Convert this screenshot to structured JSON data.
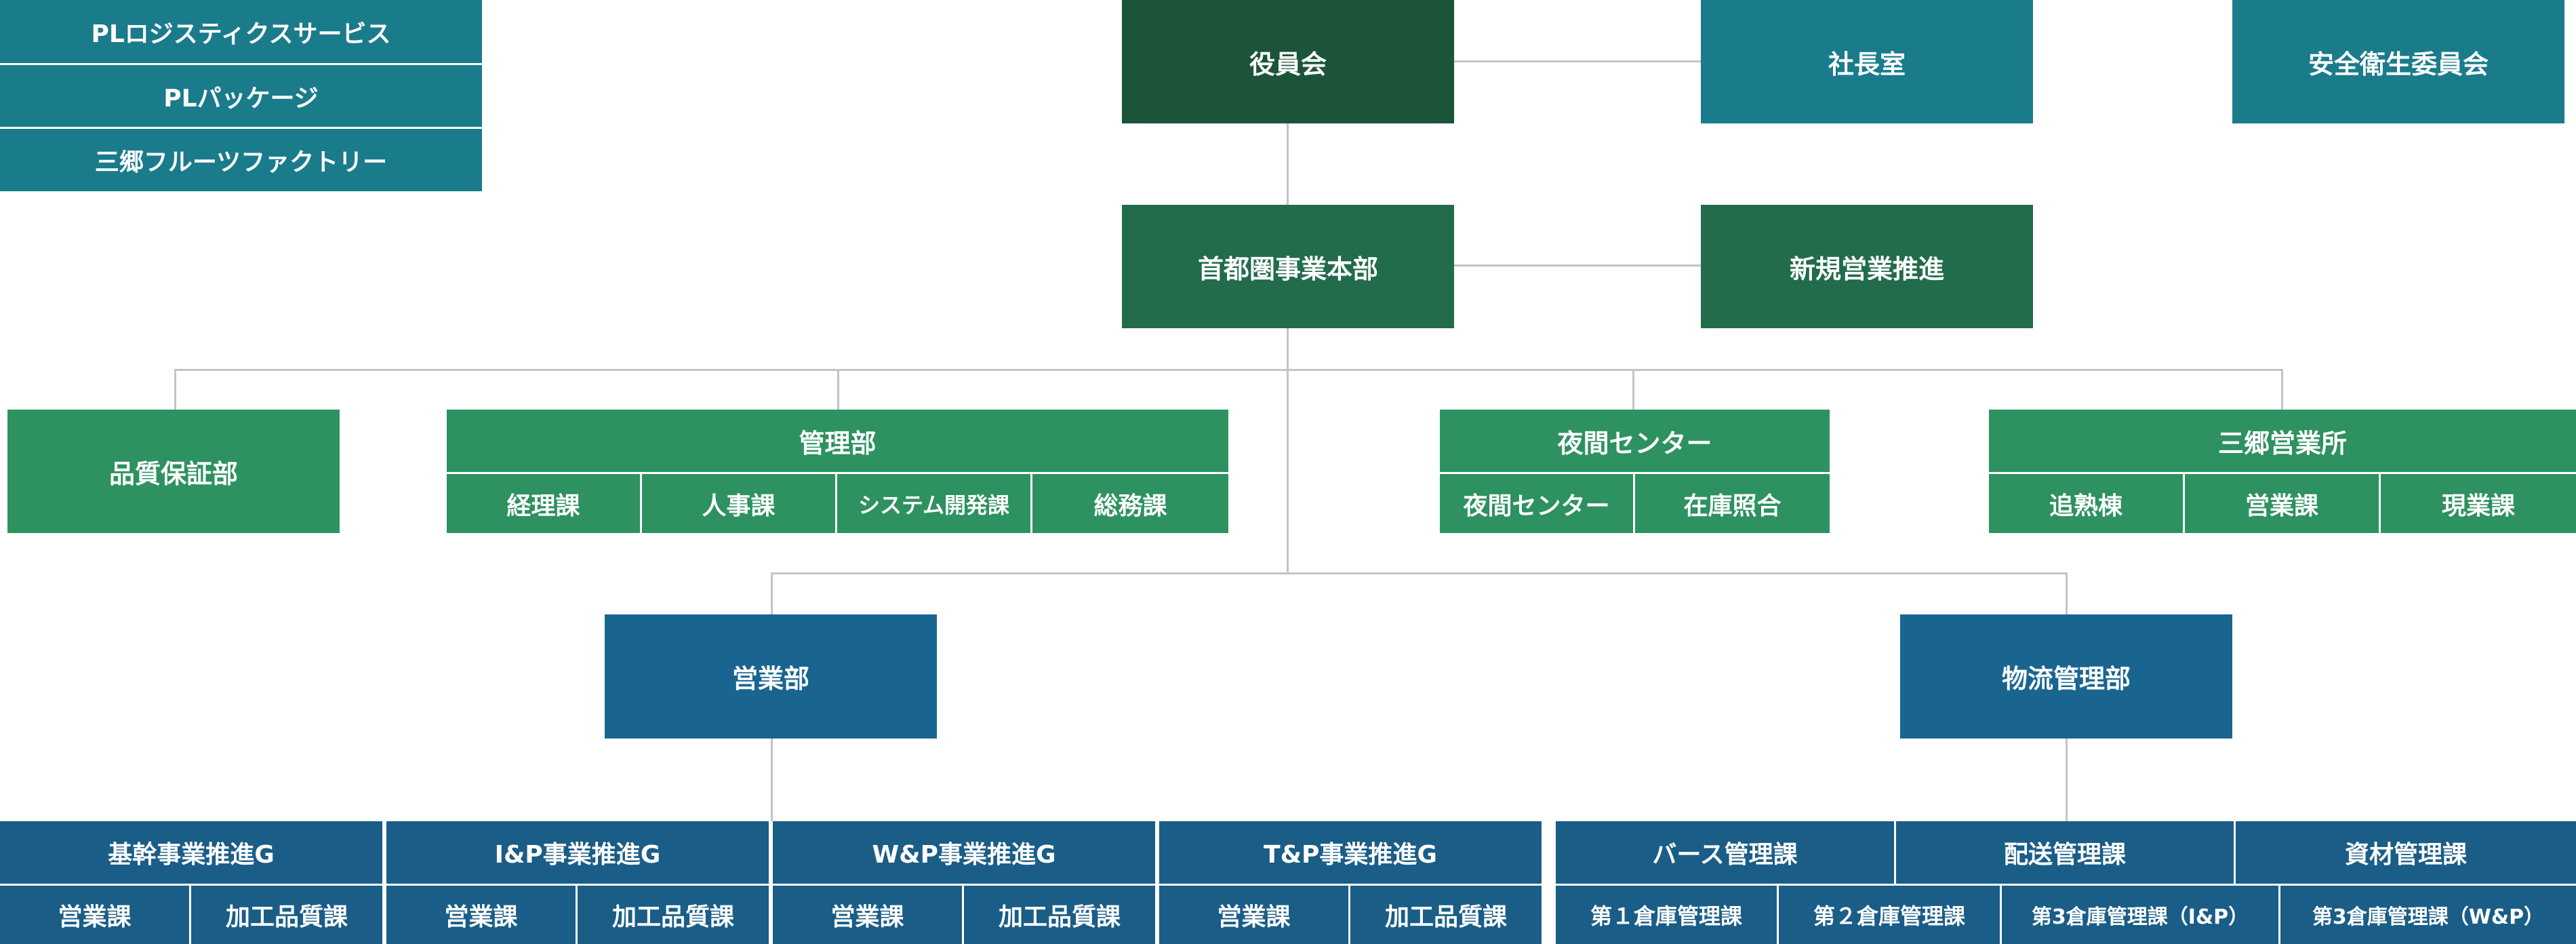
{
  "affiliates": [
    "PLロジスティクスサービス",
    "PLパッケージ",
    "三郷フルーツファクトリー"
  ],
  "board": "役員会",
  "president_office": "社長室",
  "safety_committee": "安全衛生委員会",
  "metro_hq": "首都圏事業本部",
  "new_sales": "新規営業推進",
  "quality_dept": "品質保証部",
  "admin_dept": {
    "name": "管理部",
    "sections": [
      "経理課",
      "人事課",
      "システム開発課",
      "総務課"
    ]
  },
  "night_center": {
    "name": "夜間センター",
    "sections": [
      "夜間センター",
      "在庫照合"
    ]
  },
  "misato_office": {
    "name": "三郷営業所",
    "sections": [
      "追熟棟",
      "営業課",
      "現業課"
    ]
  },
  "sales_dept": "営業部",
  "logistics_dept": "物流管理部",
  "sales_groups": [
    {
      "name": "基幹事業推進G",
      "sections": [
        "営業課",
        "加工品質課"
      ]
    },
    {
      "name": "I&P事業推進G",
      "sections": [
        "営業課",
        "加工品質課"
      ]
    },
    {
      "name": "W&P事業推進G",
      "sections": [
        "営業課",
        "加工品質課"
      ]
    },
    {
      "name": "T&P事業推進G",
      "sections": [
        "営業課",
        "加工品質課"
      ]
    }
  ],
  "logistics_sections": [
    "バース管理課",
    "配送管理課",
    "資材管理課"
  ],
  "warehouse_sections": [
    "第１倉庫管理課",
    "第２倉庫管理課",
    "第3倉庫管理課（I&P）",
    "第3倉庫管理課（W&P）"
  ],
  "colors": {
    "board": "#1b5439",
    "hq": "#226b4b",
    "departments": "#2d9160",
    "teal": "#1a7b8b",
    "sales": "#1a6590",
    "groups": "#1a5d87",
    "connector": "#c4c4c4"
  }
}
